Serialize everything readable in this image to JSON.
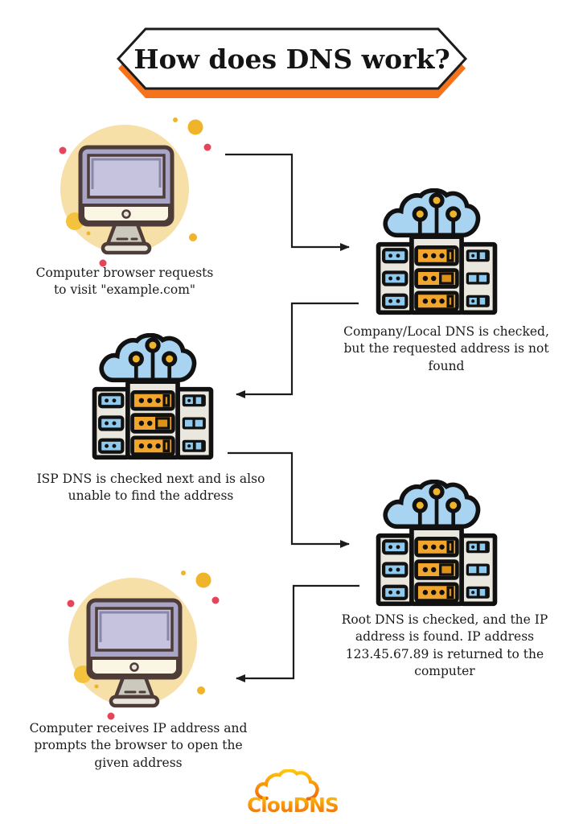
{
  "title": {
    "text": "How does DNS work?"
  },
  "steps": [
    {
      "icon": "computer-icon",
      "lines": [
        "Computer browser requests",
        "to visit \"example.com\""
      ]
    },
    {
      "icon": "dns-server-icon",
      "lines": [
        "Company/Local DNS is checked,",
        "but the requested address is not",
        "found"
      ]
    },
    {
      "icon": "dns-server-icon",
      "lines": [
        "ISP DNS is checked next and is also",
        "unable to find the address"
      ]
    },
    {
      "icon": "dns-server-icon",
      "lines": [
        "Root DNS is checked, and the IP",
        "address is found. IP address",
        "123.45.67.89 is returned to the",
        "computer"
      ]
    },
    {
      "icon": "computer-icon",
      "lines": [
        "Computer receives IP address and",
        "prompts the browser to open the",
        "given address"
      ]
    }
  ],
  "logo": {
    "text": "ClouDNS"
  },
  "colors": {
    "banner_shadow_orange": "#F5731D",
    "outline_black": "#1C1C1C",
    "cloud_blue": "#A8D4F1",
    "server_body": "#EAE7DE",
    "server_orange": "#F2A52C",
    "server_orange_dark": "#DC9117",
    "server_blue": "#8FCAEE",
    "circle_peach": "#F7DFA8",
    "monitor_purple": "#A9A5C6",
    "screen_lavender": "#C5C3DE",
    "monitor_outline_brown": "#4D3C38",
    "dot_red": "#E44559",
    "dot_yellow": "#F0B42A",
    "logo_gradient_top": "#FFC60A",
    "logo_gradient_bottom": "#F0660C"
  }
}
